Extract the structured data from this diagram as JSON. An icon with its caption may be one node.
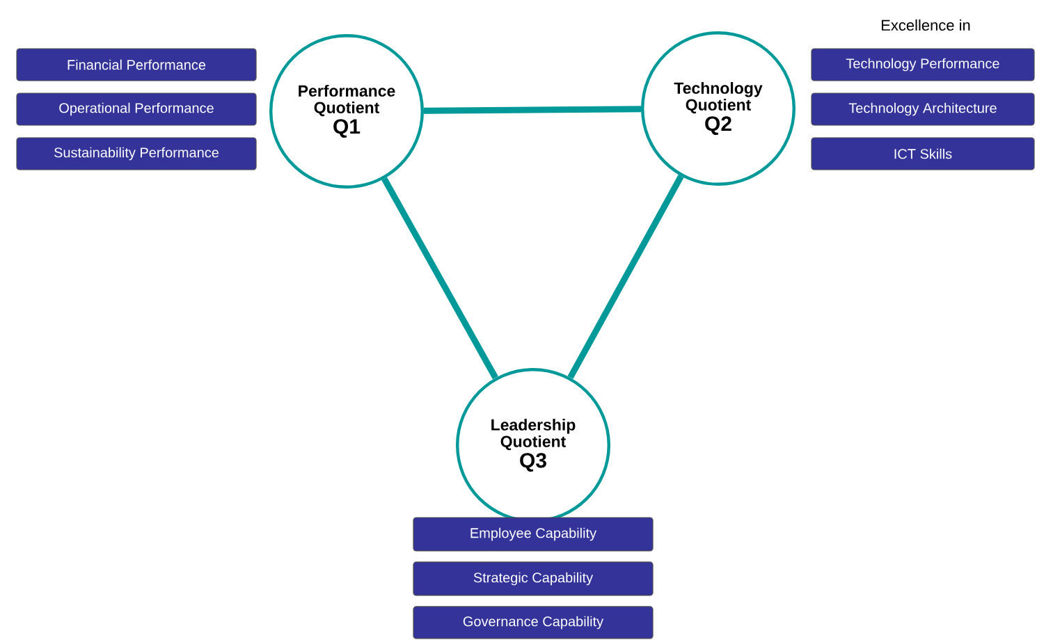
{
  "diagram": {
    "nodes": [
      {
        "text": [
          "Financial Performance"
        ]
      },
      {
        "text": [
          "Operational Performance"
        ]
      },
      {
        "text": [
          "Sustainability Performance"
        ]
      },
      {
        "text": [
          "Performance Quotient",
          "Q1"
        ]
      },
      {
        "text": [
          "Technology Quotient",
          "Q2"
        ]
      },
      {
        "text": [
          "Technology Performance"
        ]
      },
      {
        "text": [
          "Technology Architecture"
        ]
      },
      {
        "text": [
          "ICT Skills"
        ]
      },
      {
        "text": [
          "Leadership Quotient",
          "Q3"
        ]
      },
      {
        "text": [
          "Employee Capability"
        ]
      },
      {
        "text": [
          "Strategic Capability"
        ]
      },
      {
        "text": [
          "Governance Capability"
        ]
      }
    ],
    "edges": [
      {
        "from": 3,
        "to": 4,
        "arrow": "none"
      },
      {
        "from": 3,
        "to": 8,
        "arrow": "none"
      },
      {
        "from": 4,
        "to": 8,
        "arrow": "none"
      }
    ],
    "labels": [
      "Excellence in"
    ]
  }
}
